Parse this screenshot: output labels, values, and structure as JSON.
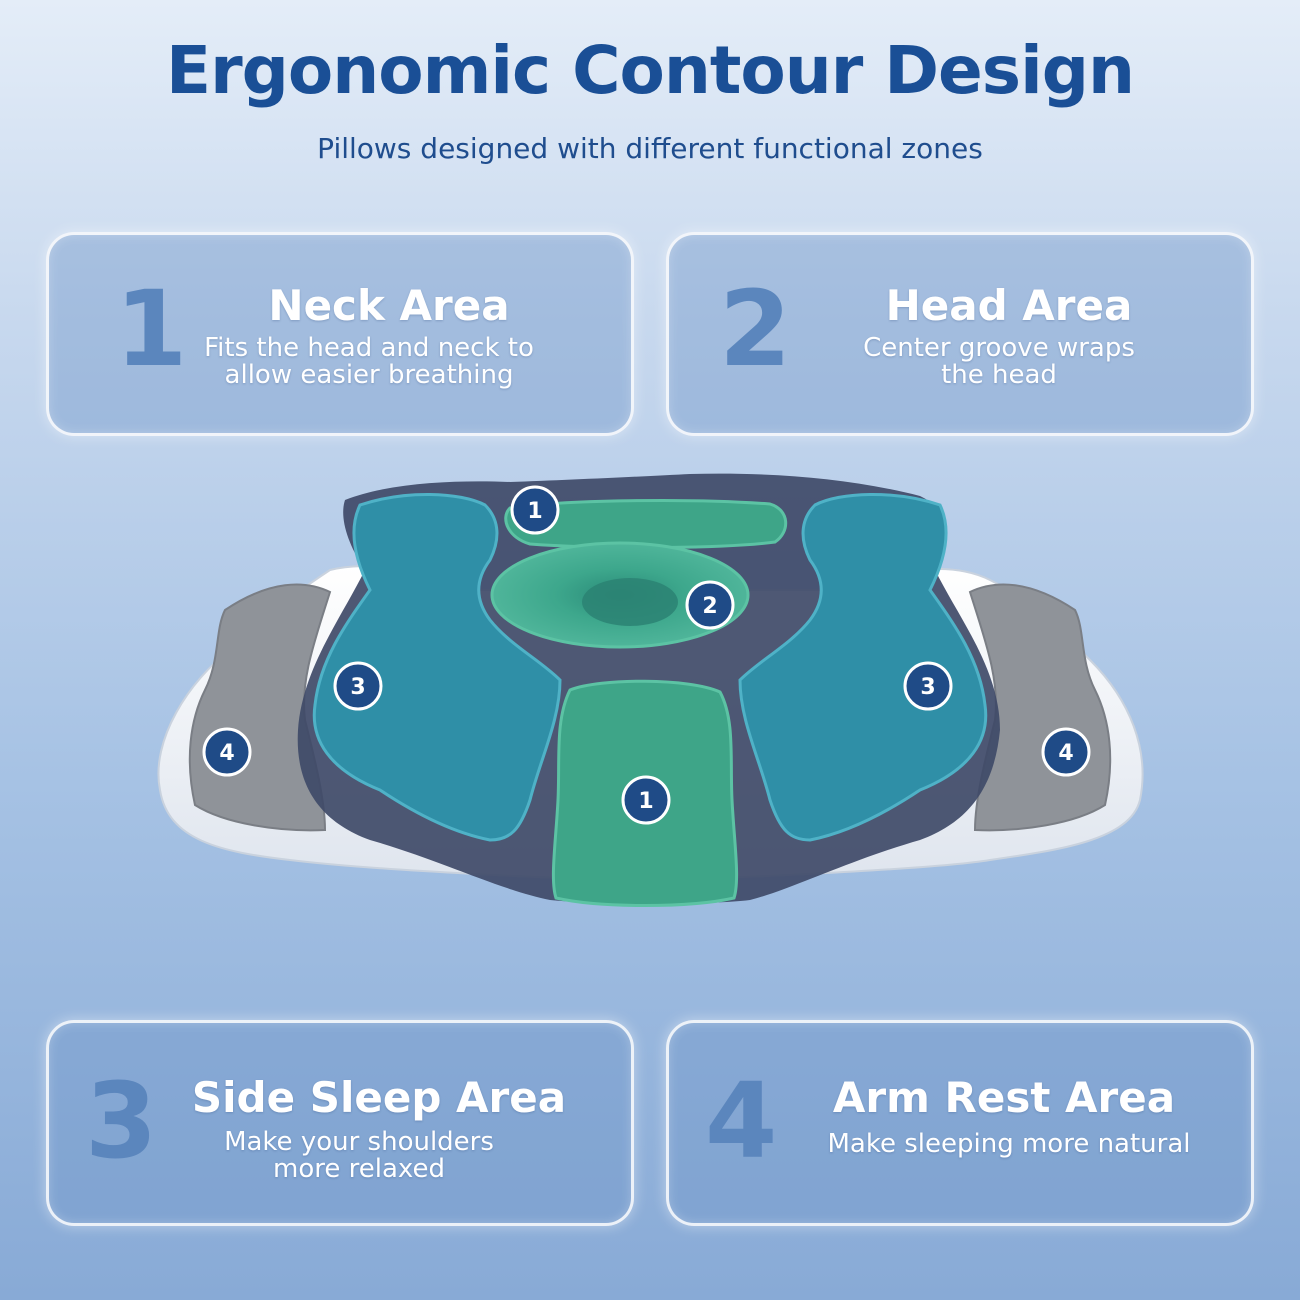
{
  "header": {
    "title": "Ergonomic Contour Design",
    "subtitle": "Pillows designed with different functional zones"
  },
  "cards": [
    {
      "number": "1",
      "heading": "Neck  Area",
      "desc_line1": "Fits the head and neck to",
      "desc_line2": "allow easier breathing"
    },
    {
      "number": "2",
      "heading": "Head  Area",
      "desc_line1": "Center groove wraps",
      "desc_line2": "the head"
    },
    {
      "number": "3",
      "heading": "Side Sleep Area",
      "desc_line1": "Make your shoulders",
      "desc_line2": "more relaxed"
    },
    {
      "number": "4",
      "heading": "Arm Rest Area",
      "desc_line1": "Make sleeping more natural",
      "desc_line2": ""
    }
  ],
  "pillow": {
    "badges": {
      "neck_top": "1",
      "head": "2",
      "side_left": "3",
      "side_right": "3",
      "arm_left": "4",
      "arm_right": "4",
      "neck_bottom": "1"
    },
    "colors": {
      "neck_zone": "#3ea588",
      "side_zone": "#2f8fa7",
      "arm_zone": "#8e9299",
      "pillow_body": "#f2f4f7",
      "badge": "#1f4b87"
    }
  }
}
